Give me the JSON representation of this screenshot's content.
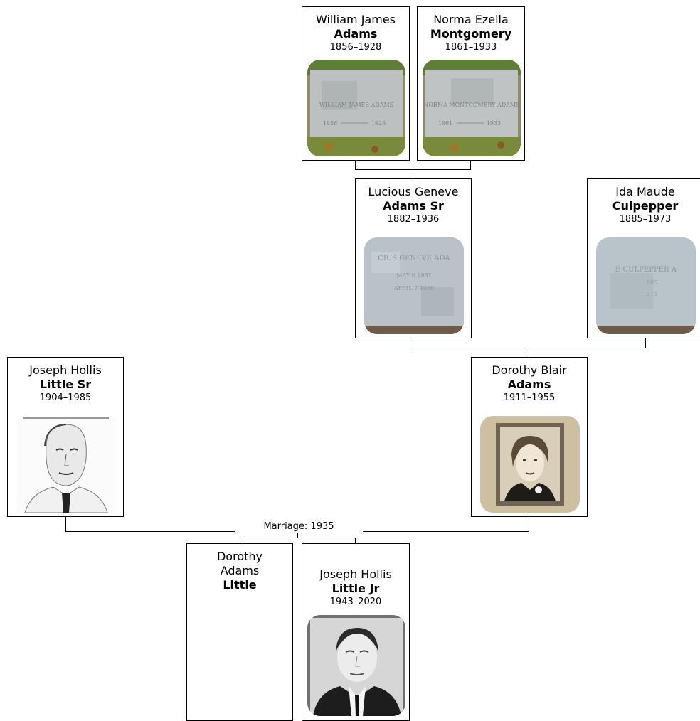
{
  "people": {
    "william": {
      "given": "William James",
      "surname": "Adams",
      "years": "1856–1928",
      "photo": "headstone"
    },
    "norma": {
      "given": "Norma Ezella",
      "surname": "Montgomery",
      "years": "1861–1933",
      "photo": "headstone"
    },
    "lucious": {
      "given": "Lucious Geneve",
      "surname": "Adams Sr",
      "years": "1882–1936",
      "photo": "grave-marker"
    },
    "ida": {
      "given": "Ida Maude",
      "surname": "Culpepper",
      "years": "1885–1973",
      "photo": "grave-marker"
    },
    "joseph_sr": {
      "given": "Joseph Hollis",
      "surname": "Little Sr",
      "years": "1904–1985",
      "photo": "portrait-sketch"
    },
    "dorothy_blair": {
      "given": "Dorothy Blair",
      "surname": "Adams",
      "years": "1911–1955",
      "photo": "vintage-portrait"
    },
    "dorothy_adams": {
      "given": "Dorothy Adams",
      "surname": "Little",
      "years": ""
    },
    "joseph_jr": {
      "given": "Joseph Hollis",
      "surname": "Little Jr",
      "years": "1943–2020",
      "photo": "portrait-photo"
    }
  },
  "marriage_label": "Marriage: 1935",
  "colors": {
    "line": "#000000",
    "border": "#000000",
    "stone": "#b9bcbc",
    "grass": "#6a8a3a"
  }
}
